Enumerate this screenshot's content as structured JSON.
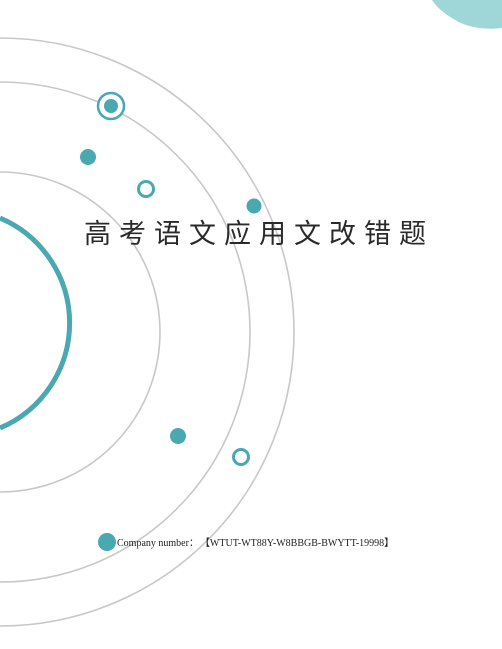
{
  "document": {
    "title": "高考语文应用文改错题",
    "company_label": "Company number：",
    "company_code": "【WTUT-WT88Y-W8BBGB-BWYTT-19998】"
  },
  "colors": {
    "accent": "#4aa9b0",
    "ring_stroke": "#c8c8c8",
    "corner_blob": "#9fd6d8",
    "text": "#2a2a2a"
  }
}
